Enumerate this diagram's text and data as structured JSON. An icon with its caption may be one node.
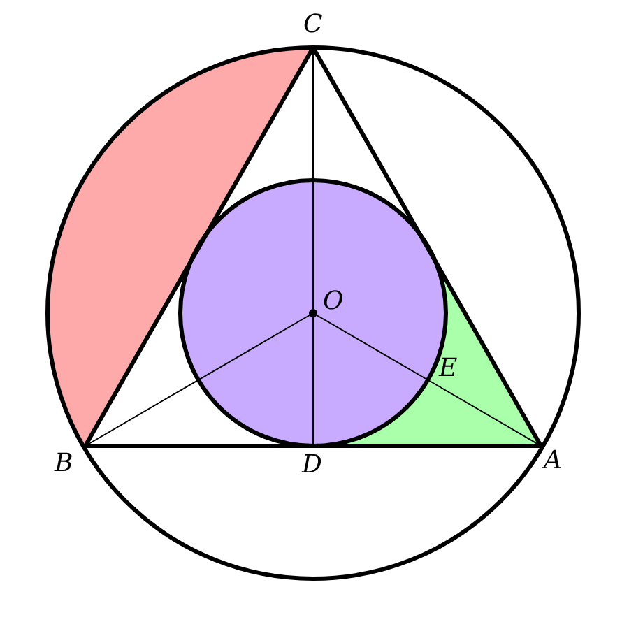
{
  "diagram": {
    "nodes": [
      {
        "text": [
          "C"
        ]
      },
      {
        "text": [
          "O"
        ]
      },
      {
        "text": [
          "E"
        ]
      },
      {
        "text": [
          "B"
        ]
      },
      {
        "text": [
          "D"
        ]
      },
      {
        "text": [
          "A"
        ]
      }
    ],
    "edges": [
      {
        "from": 3,
        "to": 0,
        "arrow": "none",
        "style": "thick"
      },
      {
        "from": 0,
        "to": 5,
        "arrow": "none",
        "style": "thick"
      },
      {
        "from": 3,
        "to": 4,
        "arrow": "none",
        "style": "thick"
      },
      {
        "from": 4,
        "to": 5,
        "arrow": "none",
        "style": "thick"
      },
      {
        "from": 0,
        "to": 1,
        "arrow": "none"
      },
      {
        "from": 1,
        "to": 4,
        "arrow": "none"
      },
      {
        "from": 3,
        "to": 1,
        "arrow": "none"
      },
      {
        "from": 1,
        "to": 2,
        "arrow": "none"
      },
      {
        "from": 2,
        "to": 5,
        "arrow": "none"
      }
    ]
  }
}
